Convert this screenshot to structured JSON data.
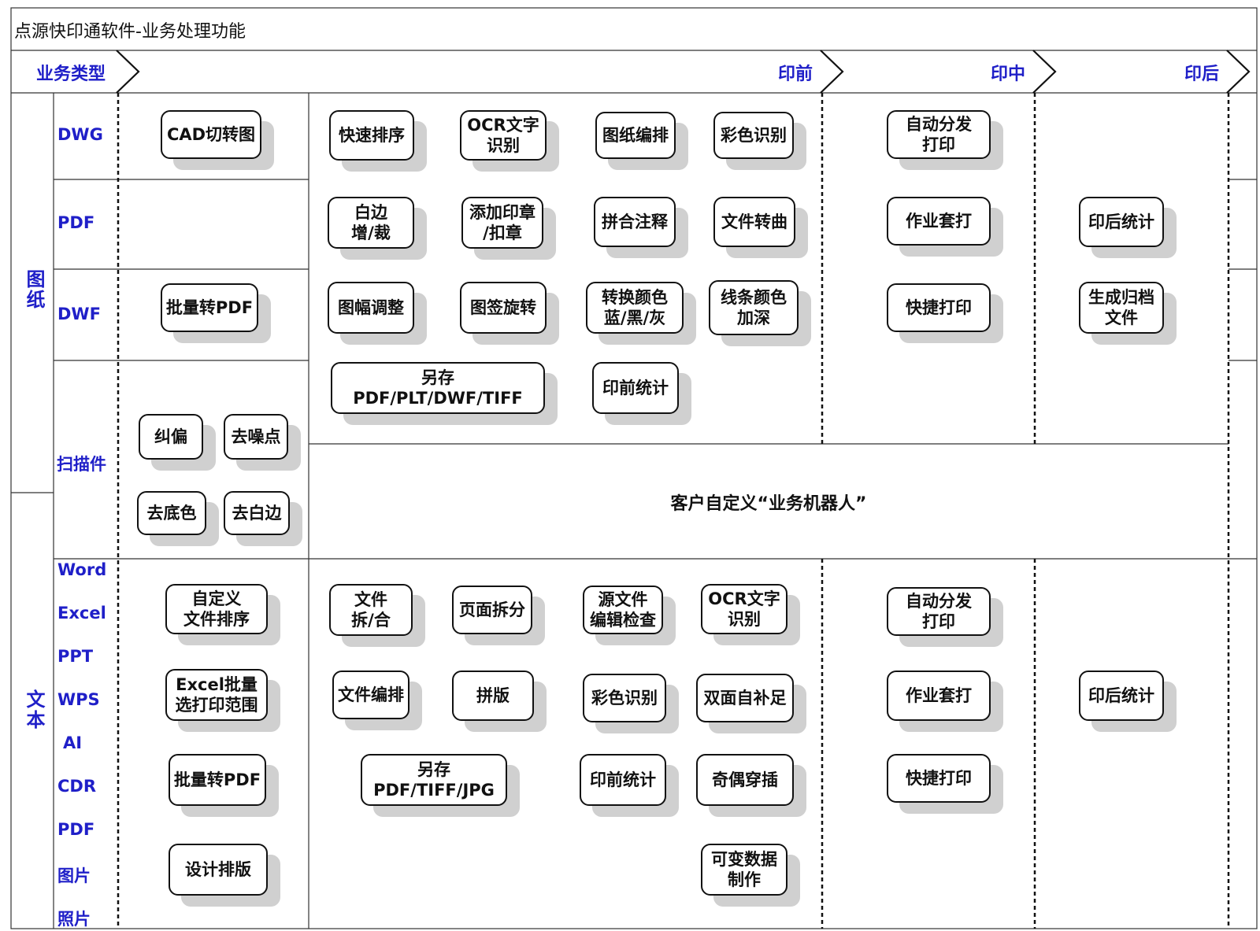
{
  "title": "点源快印通软件-业务处理功能",
  "header": {
    "business_type": "业务类型",
    "phases": [
      "印前",
      "印中",
      "印后"
    ]
  },
  "groups": {
    "drawing": "图纸",
    "text": "文本"
  },
  "rows": {
    "dwg": "DWG",
    "pdf": "PDF",
    "dwf": "DWF",
    "scan": "扫描件",
    "text_formats": [
      "Word",
      "Excel",
      "PPT",
      "WPS",
      "AI",
      "CDR",
      "PDF",
      "图片",
      "照片"
    ]
  },
  "robot_label": "客户自定义“业务机器人”",
  "buttons": {
    "cad_cut": "CAD切转图",
    "dwf_to_pdf": "批量转PDF",
    "deskew": "纠偏",
    "denoise": "去噪点",
    "remove_bg": "去底色",
    "remove_border": "去白边",
    "quick_sort": "快速排序",
    "ocr_drawing": "OCR文字\n识别",
    "drawing_layout": "图纸编排",
    "color_detect": "彩色识别",
    "margin_adjust": "白边\n增/裁",
    "add_stamp": "添加印章\n/扣章",
    "merge_notes": "拼合注释",
    "file_curve": "文件转曲",
    "frame_adjust": "图幅调整",
    "sign_rotate": "图签旋转",
    "convert_color": "转换颜色\n蓝/黑/灰",
    "line_darken": "线条颜色\n加深",
    "save_as_drawing": "另存\nPDF/PLT/DWF/TIFF",
    "prepress_stats": "印前统计",
    "auto_dispatch": "自动分发\n打印",
    "job_overlay": "作业套打",
    "quick_print": "快捷打印",
    "postpress_stats": "印后统计",
    "archive_file": "生成归档\n文件",
    "custom_sort": "自定义\n文件排序",
    "excel_range": "Excel批量\n选打印范围",
    "text_to_pdf": "批量转PDF",
    "design_layout": "设计排版",
    "file_split": "文件\n拆/合",
    "page_split": "页面拆分",
    "source_check": "源文件\n编辑检查",
    "ocr_text": "OCR文字\n识别",
    "file_layout": "文件编排",
    "imposition": "拼版",
    "color_detect_text": "彩色识别",
    "duplex": "双面自补足",
    "save_as_text": "另存\nPDF/TIFF/JPG",
    "prepress_stats_text": "印前统计",
    "odd_even": "奇偶穿插",
    "variable_data": "可变数据\n制作",
    "auto_dispatch_text": "自动分发\n打印",
    "job_overlay_text": "作业套打",
    "quick_print_text": "快捷打印",
    "postpress_stats_text": "印后统计"
  },
  "colors": {
    "label_blue": "#1f1fc8",
    "border": "#111111",
    "shadow": "#d0d0d0"
  }
}
